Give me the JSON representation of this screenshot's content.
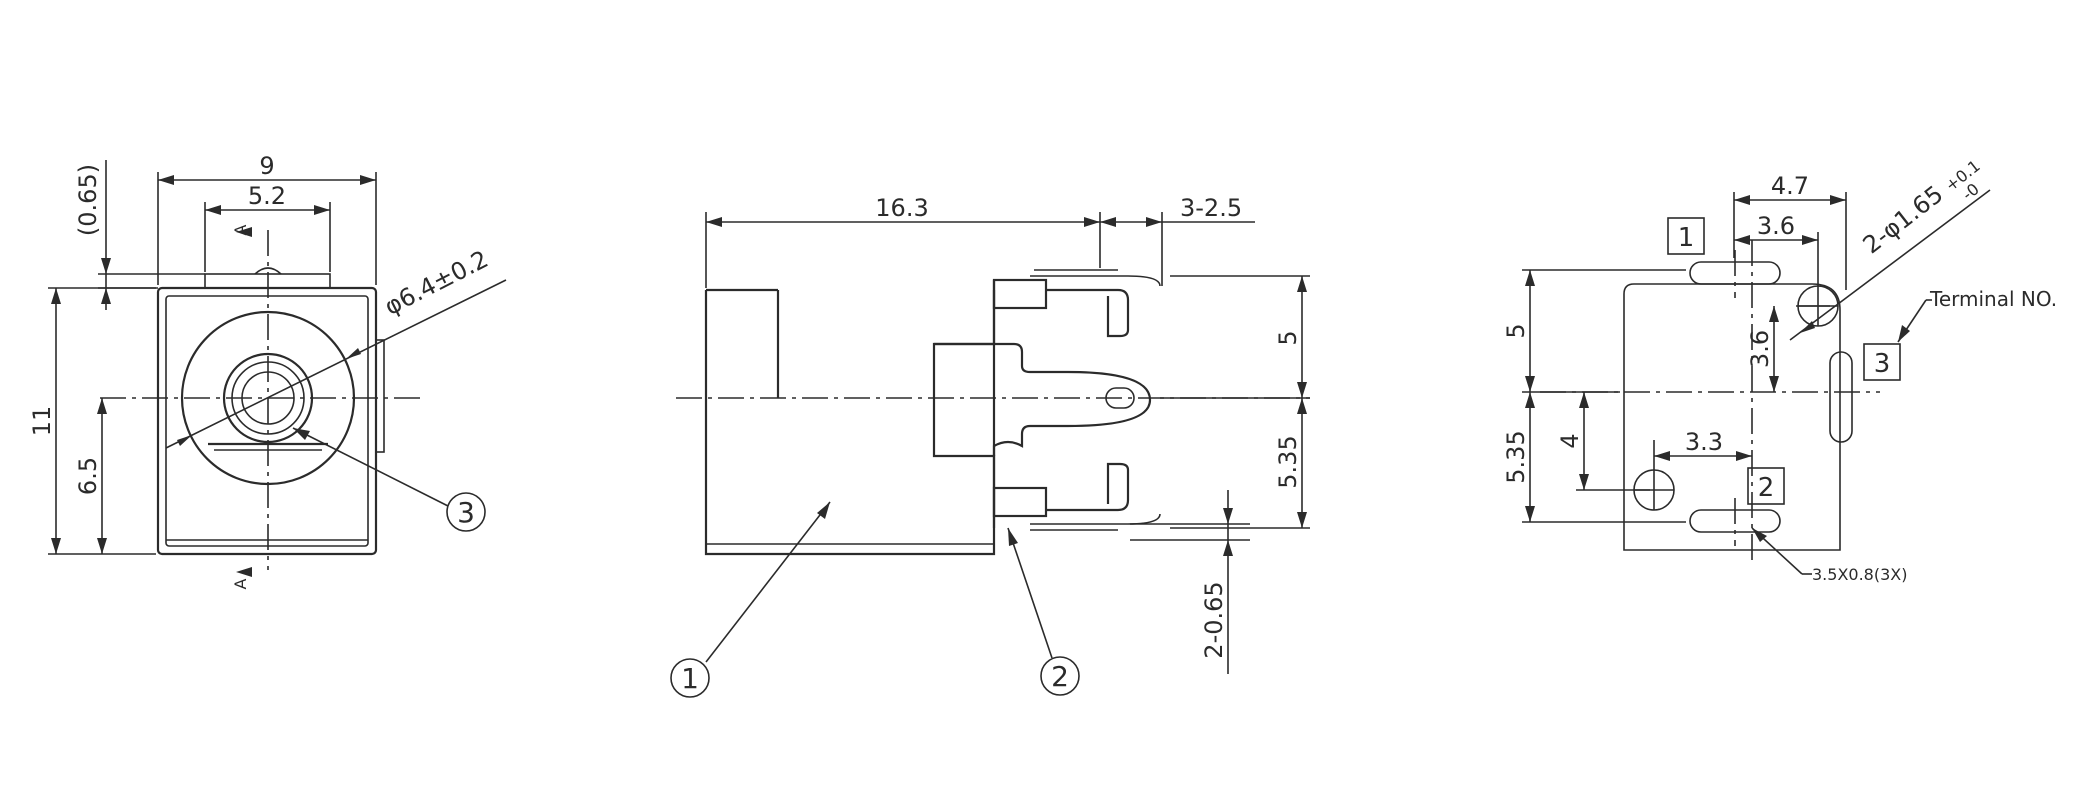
{
  "front_view": {
    "width_dim": "9",
    "inner_width_dim": "5.2",
    "offset_dim": "(0.65)",
    "height_dim": "11",
    "center_height_dim": "6.5",
    "diameter_dim": "φ6.4±0.2",
    "section_mark": "A",
    "callout": "3"
  },
  "side_view": {
    "length_dim": "16.3",
    "pin_pitch_dim": "3-2.5",
    "upper_dim": "5",
    "lower_dim": "5.35",
    "pin_thickness_dim": "2-0.65",
    "callout_body": "1",
    "callout_contact": "2"
  },
  "pcb_view": {
    "width_dim": "4.7",
    "inner_width_dim": "3.6",
    "hole_dim": "2-φ1.65",
    "hole_tol_plus": "+0.1",
    "hole_tol_minus": "-0",
    "upper_dim": "5",
    "inner_upper_dim": "3.6",
    "lower_dim": "5.35",
    "inner_lower_dim": "4",
    "hole_spacing_dim": "3.3",
    "terminal_label": "Terminal NO.",
    "terminal_1": "1",
    "terminal_2": "2",
    "terminal_3": "3",
    "slot_dim": "3.5X0.8(3X)"
  }
}
